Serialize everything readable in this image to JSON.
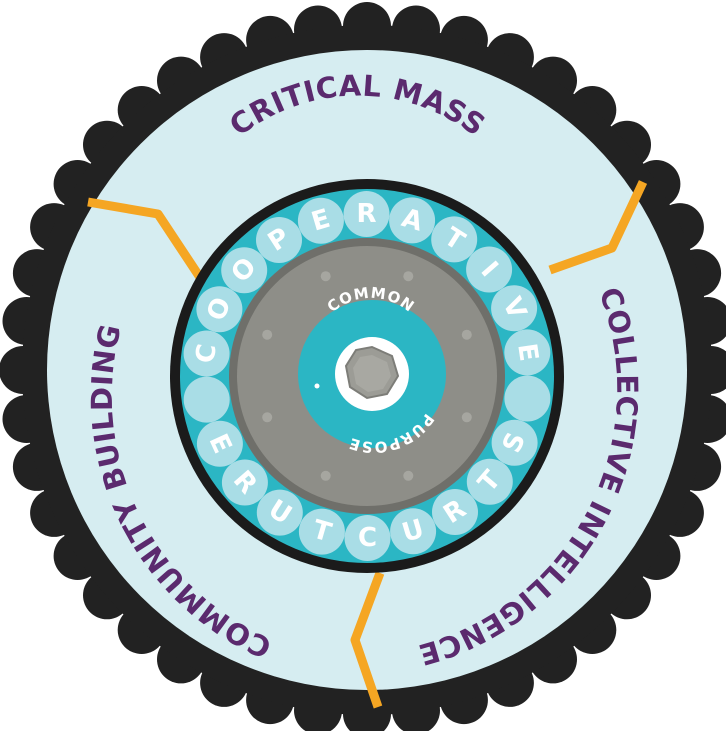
{
  "segments": {
    "top": "CRITICAL MASS",
    "left": "COMMUNITY BUILDING",
    "right": "COLLECTIVE INTELLIGENCE"
  },
  "ring_words": {
    "top": "COOPERATIVE",
    "bottom": "STRUCTURE"
  },
  "core": {
    "top": "COMMON",
    "bottom": "PURPOSE"
  },
  "colors": {
    "tire": "#222222",
    "segment_fill": "#d6edf1",
    "divider": "#f5a623",
    "ring": "#2bb6c4",
    "ring_bead": "#a9dde6",
    "hub": "#8e8e88",
    "text_purple": "#5b2a6e"
  }
}
